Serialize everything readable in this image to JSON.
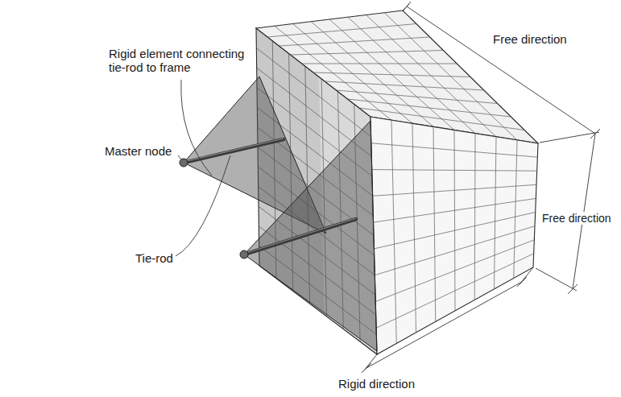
{
  "diagram": {
    "labels": [
      "Rigid element connecting tie-rod to frame",
      "Free direction",
      "Master node",
      "Free direction",
      "Tie-rod",
      "Rigid direction"
    ]
  }
}
